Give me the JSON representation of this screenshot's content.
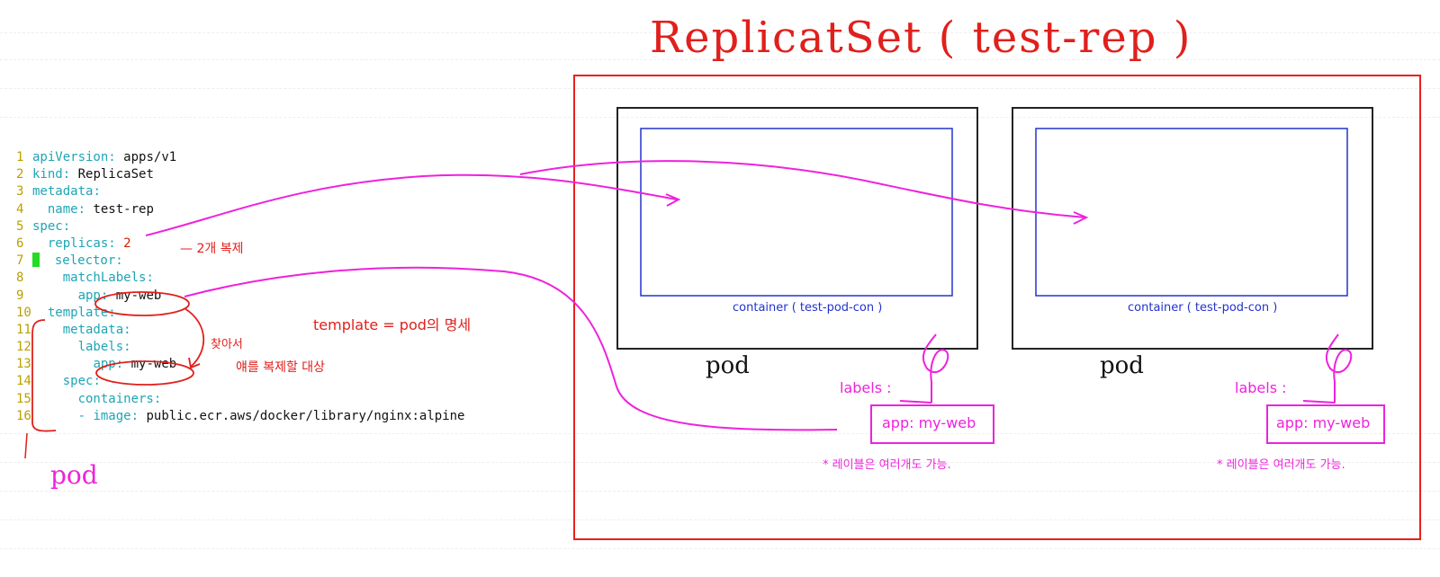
{
  "code": {
    "lines": [
      {
        "num": "1",
        "indent": "",
        "key": "apiVersion",
        "value": "apps/v1",
        "value_kind": "v"
      },
      {
        "num": "2",
        "indent": "",
        "key": "kind",
        "value": "ReplicaSet",
        "value_kind": "v"
      },
      {
        "num": "3",
        "indent": "",
        "key": "metadata",
        "value": "",
        "value_kind": "v"
      },
      {
        "num": "4",
        "indent": "  ",
        "key": "name",
        "value": "test-rep",
        "value_kind": "v"
      },
      {
        "num": "5",
        "indent": "",
        "key": "spec",
        "value": "",
        "value_kind": "v"
      },
      {
        "num": "6",
        "indent": "  ",
        "key": "replicas",
        "value": "2",
        "value_kind": "n"
      },
      {
        "num": "7",
        "indent": "  ",
        "key": "selector",
        "value": "",
        "value_kind": "v",
        "cursor": true
      },
      {
        "num": "8",
        "indent": "    ",
        "key": "matchLabels",
        "value": "",
        "value_kind": "v"
      },
      {
        "num": "9",
        "indent": "      ",
        "key": "app",
        "value": "my-web",
        "value_kind": "v"
      },
      {
        "num": "10",
        "indent": "  ",
        "key": "template",
        "value": "",
        "value_kind": "v"
      },
      {
        "num": "11",
        "indent": "    ",
        "key": "metadata",
        "value": "",
        "value_kind": "v"
      },
      {
        "num": "12",
        "indent": "      ",
        "key": "labels",
        "value": "",
        "value_kind": "v"
      },
      {
        "num": "13",
        "indent": "        ",
        "key": "app",
        "value": "my-web",
        "value_kind": "v"
      },
      {
        "num": "14",
        "indent": "    ",
        "key": "spec",
        "value": "",
        "value_kind": "v"
      },
      {
        "num": "15",
        "indent": "      ",
        "key": "containers",
        "value": "",
        "value_kind": "v"
      },
      {
        "num": "16",
        "indent": "      - ",
        "key": "image",
        "value": "public.ecr.aws/docker/library/nginx:alpine",
        "value_kind": "v"
      }
    ]
  },
  "annotations": {
    "replicas_note": "— 2개 복제",
    "template_note": "template = pod의 명세",
    "find_note_1": "찾아서",
    "find_note_2": "얘를 복제할 대상",
    "pod_brace_label": "pod"
  },
  "diagram": {
    "title": "ReplicatSet ( test-rep )",
    "pods": [
      {
        "label": "pod",
        "container_label": "container ( test-pod-con )",
        "labels_header": "labels :",
        "label_value": "app: my-web",
        "note": "* 레이블은 여러개도 가능."
      },
      {
        "label": "pod",
        "container_label": "container ( test-pod-con )",
        "labels_header": "labels :",
        "label_value": "app: my-web",
        "note": "* 레이블은 여러개도 가능."
      }
    ]
  },
  "colors": {
    "replicaset_border": "#e8201c",
    "pod_border": "#222222",
    "container_border": "#2233cc",
    "annotation_red": "#e0201c",
    "annotation_magenta": "#ee22dd",
    "yaml_key": "#1ea5b5",
    "line_number": "#b8a000",
    "cursor": "#22dd22"
  }
}
